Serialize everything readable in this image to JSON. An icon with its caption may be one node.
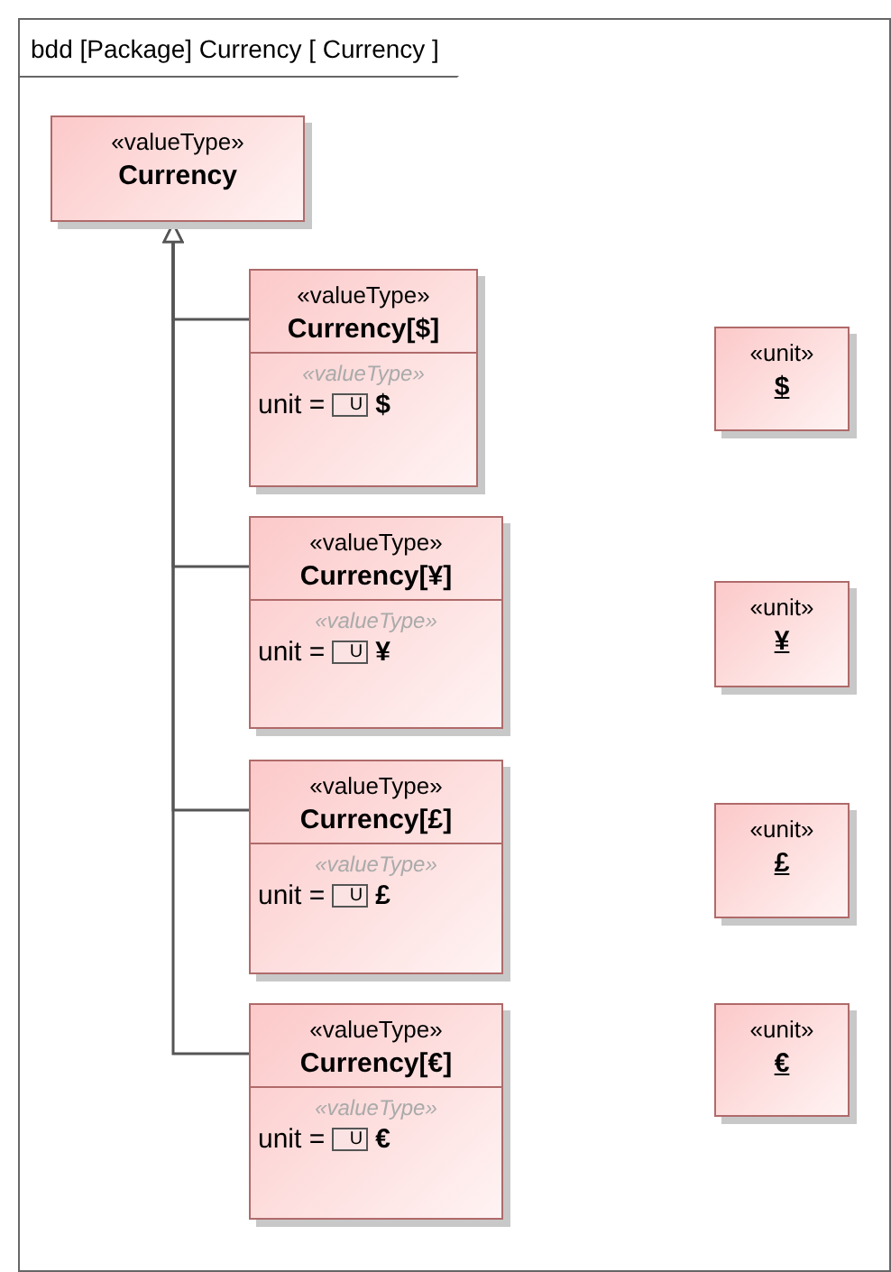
{
  "diagram": {
    "nodes": [
      {
        "text": [
          "bdd [Package] Currency [ Currency ]"
        ]
      },
      {
        "text": [
          "«valueType»",
          "Currency"
        ],
        "in": 0
      },
      {
        "text": [
          "«valueType»",
          "Currency[$]",
          "«valueType»",
          "unit =",
          "U",
          "$"
        ],
        "in": 0
      },
      {
        "text": [
          "«unit»",
          "$"
        ],
        "in": 0
      },
      {
        "text": [
          "«valueType»",
          "Currency[¥]",
          "«valueType»",
          "unit =",
          "U",
          "¥"
        ],
        "in": 0
      },
      {
        "text": [
          "«unit»",
          "¥"
        ],
        "in": 0
      },
      {
        "text": [
          "«valueType»",
          "Currency[£]",
          "«valueType»",
          "unit =",
          "U",
          "£"
        ],
        "in": 0
      },
      {
        "text": [
          "«unit»",
          "£"
        ],
        "in": 0
      },
      {
        "text": [
          "«valueType»",
          "Currency[€]",
          "«valueType»",
          "unit =",
          "U",
          "€"
        ],
        "in": 0
      },
      {
        "text": [
          "«unit»",
          "€"
        ],
        "in": 0
      }
    ],
    "edges": [
      {
        "from": 2,
        "to": 1,
        "arrow": "to"
      },
      {
        "from": 4,
        "to": 1,
        "arrow": "to"
      },
      {
        "from": 6,
        "to": 1,
        "arrow": "to"
      },
      {
        "from": 8,
        "to": 1,
        "arrow": "to"
      }
    ]
  }
}
